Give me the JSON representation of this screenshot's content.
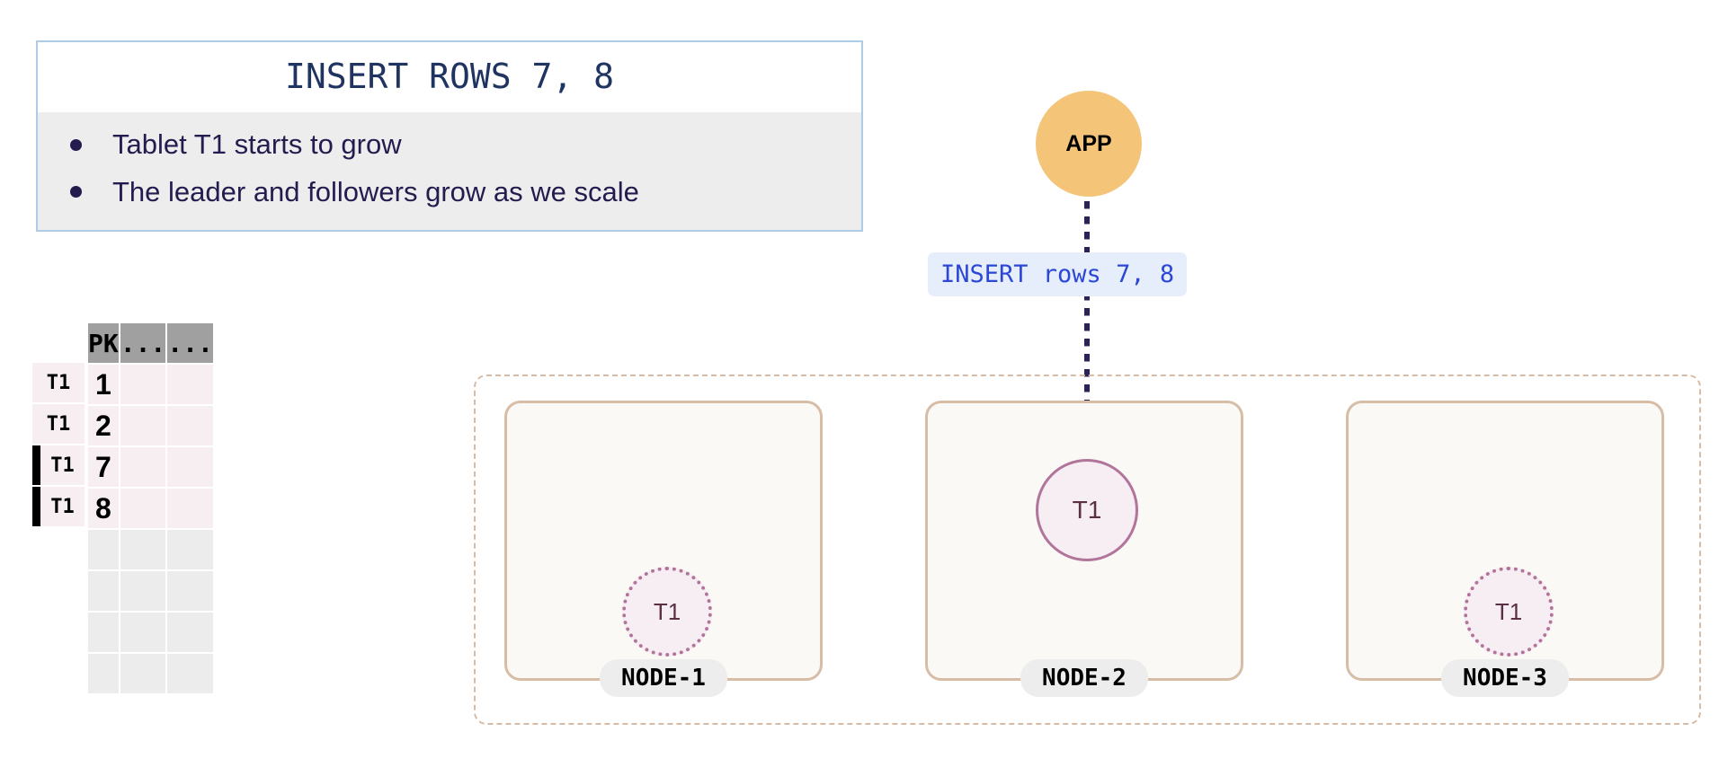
{
  "note": {
    "title": "INSERT ROWS 7, 8",
    "bullets": [
      "Tablet T1 starts to grow",
      "The leader and followers grow as we scale"
    ]
  },
  "table": {
    "headers": [
      "PK",
      "...",
      "..."
    ],
    "rows": [
      {
        "tag": "T1",
        "pk": "1",
        "marked": false,
        "filled": true
      },
      {
        "tag": "T1",
        "pk": "2",
        "marked": false,
        "filled": true
      },
      {
        "tag": "T1",
        "pk": "7",
        "marked": true,
        "filled": true
      },
      {
        "tag": "T1",
        "pk": "8",
        "marked": true,
        "filled": true
      },
      {
        "tag": "",
        "pk": "",
        "marked": false,
        "filled": false
      },
      {
        "tag": "",
        "pk": "",
        "marked": false,
        "filled": false
      },
      {
        "tag": "",
        "pk": "",
        "marked": false,
        "filled": false
      },
      {
        "tag": "",
        "pk": "",
        "marked": false,
        "filled": false
      }
    ]
  },
  "app": {
    "label": "APP"
  },
  "flow": {
    "message": "INSERT rows 7, 8"
  },
  "cluster": {
    "nodes": [
      {
        "label": "NODE-1",
        "tablet": "T1",
        "role": "follower"
      },
      {
        "label": "NODE-2",
        "tablet": "T1",
        "role": "leader"
      },
      {
        "label": "NODE-3",
        "tablet": "T1",
        "role": "follower"
      }
    ]
  },
  "colors": {
    "note_border": "#aecbe8",
    "note_body_bg": "#ededed",
    "note_text": "#241b4f",
    "app_fill": "#f4c478",
    "message_bg": "#e7eefb",
    "message_text": "#2c47d6",
    "node_border": "#d8bda6",
    "node_fill": "#fbf9f5",
    "tablet_border": "#b2749b",
    "tablet_fill": "#f6eef2",
    "table_header_bg": "#a0a0a0",
    "table_filled_bg": "#f6eef0",
    "table_empty_bg": "#ececec",
    "arrow": "#2b2356"
  }
}
